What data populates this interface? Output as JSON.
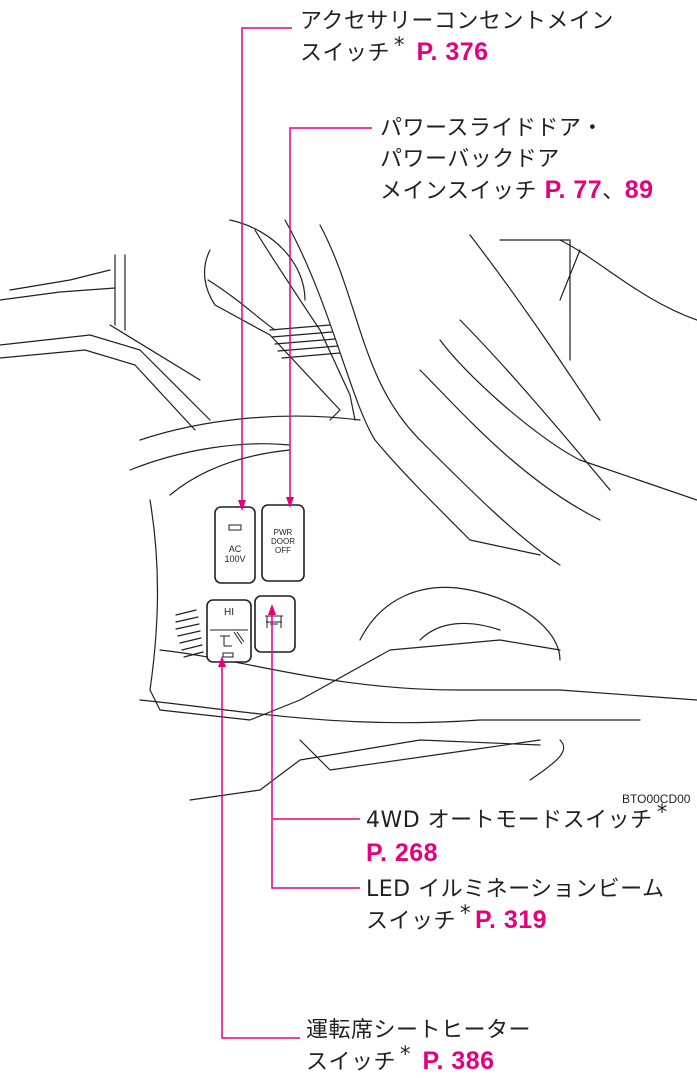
{
  "colors": {
    "leader": "#e4007f",
    "line_art": "#231f20"
  },
  "callouts": {
    "ac_outlet": {
      "line1": "アクセサリーコンセントメイン",
      "line2": "スイッチ",
      "asterisk": "*",
      "ref": "P. 376"
    },
    "power_door": {
      "line1": "パワースライドドア・",
      "line2": "パワーバックドア",
      "line3": "メインスイッチ",
      "ref": "P. 77",
      "sep": "、",
      "ref2": "89"
    },
    "awd": {
      "line1": "4WD オートモードスイッチ",
      "asterisk": "*",
      "ref": "P. 268"
    },
    "led": {
      "line1": "LED イルミネーションビーム",
      "line2": "スイッチ",
      "asterisk": "*",
      "ref": "P. 319"
    },
    "seat_heater": {
      "line1": "運転席シートヒーター",
      "line2": "スイッチ",
      "asterisk": "*",
      "ref": "P. 386"
    }
  },
  "switches": {
    "ac": {
      "line1": "AC",
      "line2": "100V"
    },
    "pwr": {
      "line1": "PWR",
      "line2": "DOOR",
      "line3": "OFF"
    },
    "heater": {
      "hi": "HI"
    }
  },
  "figure_code": "BTO00CD00"
}
